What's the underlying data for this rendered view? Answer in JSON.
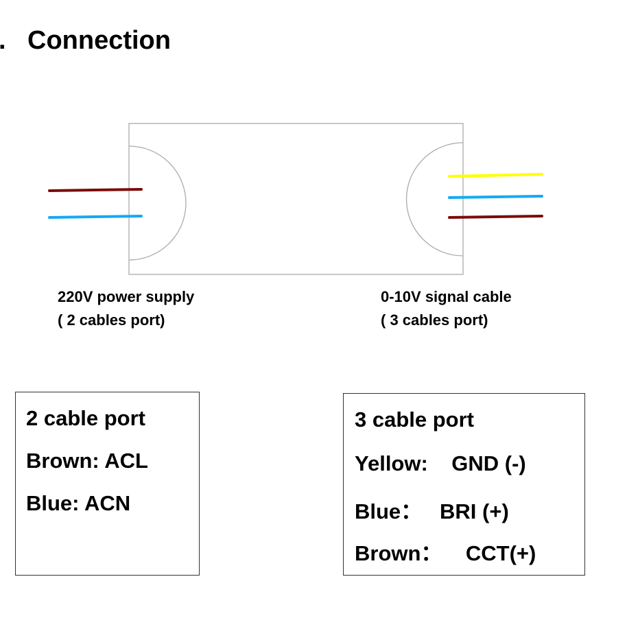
{
  "title": {
    "bullet": ".",
    "text": "Connection"
  },
  "colors": {
    "brown": "#7b0b0b",
    "blue": "#12aaf5",
    "yellow": "#ffff00",
    "outline": "#aaaaaa"
  },
  "ports": {
    "power": {
      "label_line1": "220V power supply",
      "label_line2": "( 2 cables port)",
      "wires": [
        "brown",
        "blue"
      ]
    },
    "signal": {
      "label_line1": "0-10V signal cable",
      "label_line2": "( 3 cables port)",
      "wires": [
        "yellow",
        "blue",
        "brown"
      ]
    }
  },
  "legend_boxes": {
    "two_cable": {
      "heading": "2 cable port",
      "rows": [
        "Brown: ACL",
        "Blue: ACN"
      ]
    },
    "three_cable": {
      "heading": "3 cable port",
      "rows": [
        "Yellow:    GND (-)",
        "Blue：   BRI (+)",
        "Brown：    CCT(+)"
      ]
    }
  }
}
